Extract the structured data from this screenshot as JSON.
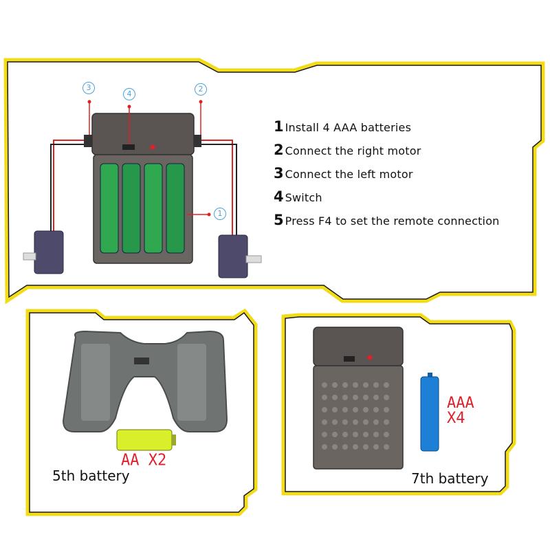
{
  "steps": [
    {
      "num": "1",
      "text": "Install 4 AAA batteries"
    },
    {
      "num": "2",
      "text": "Connect the right motor"
    },
    {
      "num": "3",
      "text": "Connect the left motor"
    },
    {
      "num": "4",
      "text": "Switch"
    },
    {
      "num": "5",
      "text": "Press F4 to set the remote connection"
    }
  ],
  "callouts": {
    "c1": "1",
    "c2": "2",
    "c3": "3",
    "c4": "4"
  },
  "battery_label_5th": "AA X2",
  "battery_label_7th": "AAA\nX4",
  "caption_5th": "5th battery",
  "caption_7th": "7th battery",
  "colors": {
    "border_yellow": "#f2dc1a",
    "border_black": "#1a1a1a",
    "accent_red": "#e0202a",
    "callout_blue": "#4aa3dd",
    "battery_green": "#2fa84f",
    "battery_blue": "#1d7fd6"
  }
}
